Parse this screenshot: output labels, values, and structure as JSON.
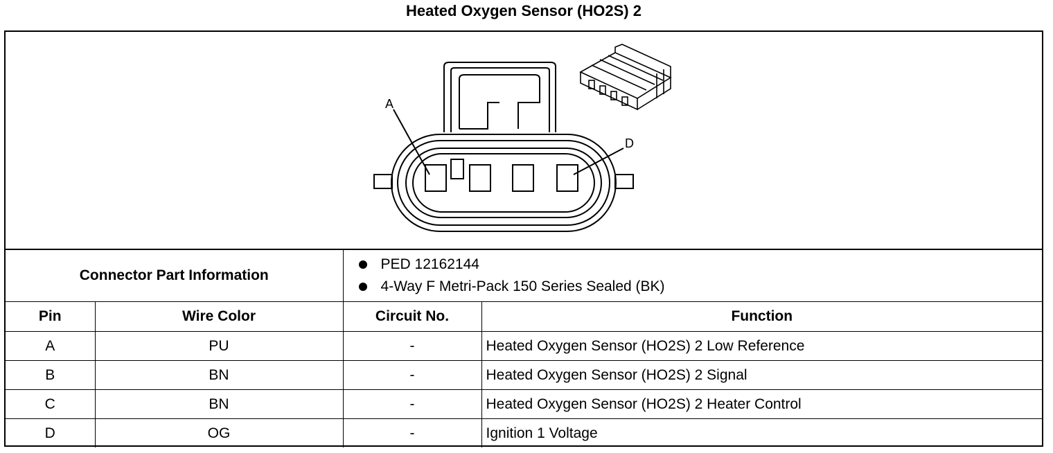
{
  "title": "Heated Oxygen Sensor (HO2S) 2",
  "diagram": {
    "label_a": "A",
    "label_d": "D"
  },
  "connector_info": {
    "label": "Connector Part Information",
    "items": [
      "PED 12162144",
      "4-Way F Metri-Pack 150 Series Sealed (BK)"
    ]
  },
  "columns": [
    "Pin",
    "Wire Color",
    "Circuit No.",
    "Function"
  ],
  "rows": [
    {
      "pin": "A",
      "wire": "PU",
      "circuit": "-",
      "function": "Heated Oxygen Sensor (HO2S) 2 Low Reference"
    },
    {
      "pin": "B",
      "wire": "BN",
      "circuit": "-",
      "function": "Heated Oxygen Sensor (HO2S) 2 Signal"
    },
    {
      "pin": "C",
      "wire": "BN",
      "circuit": "-",
      "function": "Heated Oxygen Sensor (HO2S) 2 Heater Control"
    },
    {
      "pin": "D",
      "wire": "OG",
      "circuit": "-",
      "function": "Ignition 1 Voltage"
    }
  ]
}
